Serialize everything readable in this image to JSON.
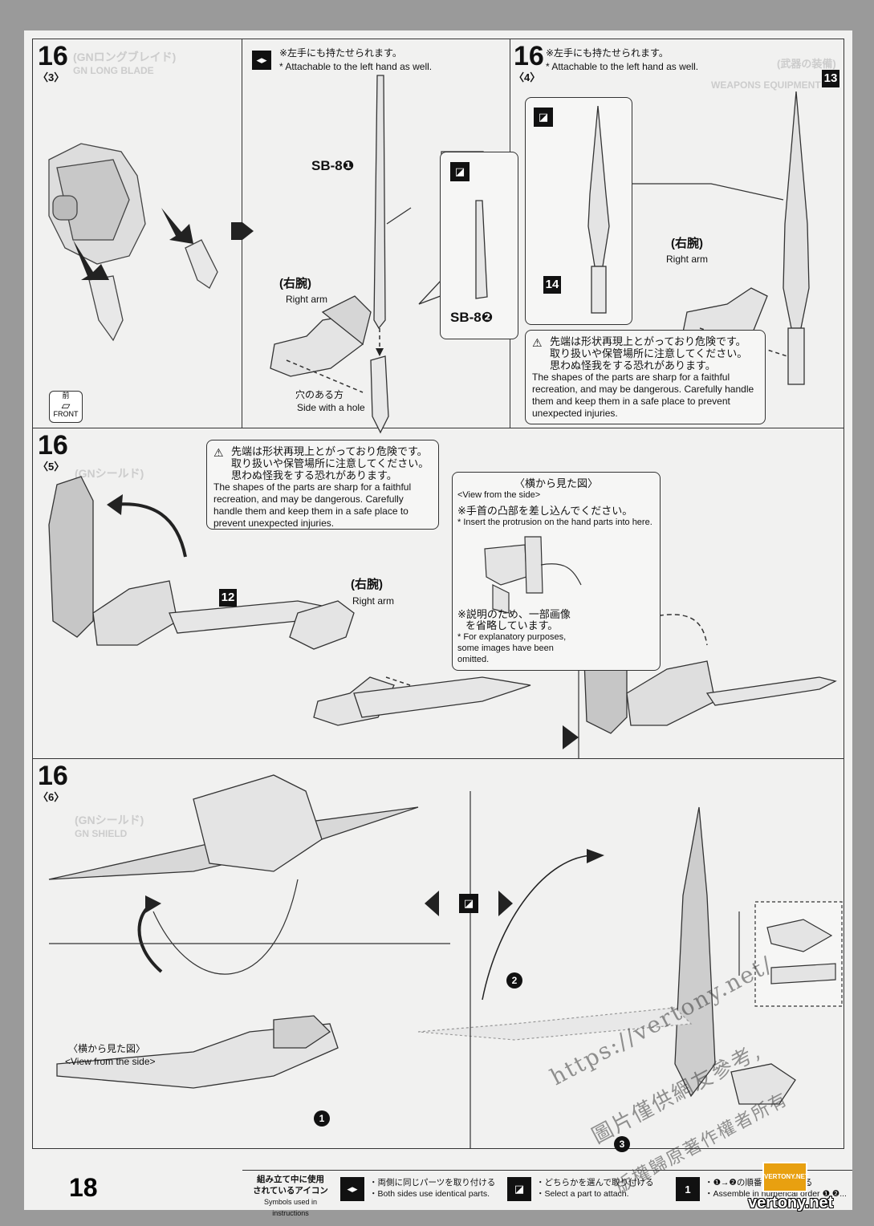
{
  "page_number": "18",
  "step": "16",
  "panels": {
    "p3": {
      "substep": "〈3〉",
      "ghost_title": "(GNロングブレイド)",
      "ghost_subtitle": "GN LONG BLADE",
      "note_jp": "※左手にも持たせられます。",
      "note_en": "* Attachable to the left hand as well.",
      "part_a": "SB-8❶",
      "part_b": "SB-8❷",
      "arm_jp": "(右腕)",
      "arm_en": "Right arm",
      "hole_jp": "穴のある方",
      "hole_en": "Side with a hole",
      "front_jp": "前",
      "front_en": "FRONT"
    },
    "p4": {
      "substep": "〈4〉",
      "ghost_title": "(武器の装備)",
      "ghost_subtitle": "WEAPONS EQUIPMENT",
      "note_jp": "※左手にも持たせられます。",
      "note_en": "* Attachable to the left hand as well.",
      "part_13": "13",
      "part_14": "14",
      "arm_jp": "(右腕)",
      "arm_en": "Right arm",
      "warn_jp1": "先端は形状再現上とがっており危険です。",
      "warn_jp2": "取り扱いや保管場所に注意してください。",
      "warn_jp3": "思わぬ怪我をする恐れがあります。",
      "warn_en": "The shapes of the parts are sharp for a faithful recreation, and may be dangerous. Carefully handle them and keep them in a safe place to prevent unexpected injuries."
    },
    "p5": {
      "substep": "〈5〉",
      "ghost_title": "(GNシールド)",
      "warn_jp1": "先端は形状再現上とがっており危険です。",
      "warn_jp2": "取り扱いや保管場所に注意してください。",
      "warn_jp3": "思わぬ怪我をする恐れがあります。",
      "warn_en": "The shapes of the parts are sharp for a faithful recreation, and may be dangerous. Carefully handle them and keep them in a safe place to prevent unexpected injuries.",
      "part_12": "12",
      "arm_jp": "(右腕)",
      "arm_en": "Right arm",
      "side_jp": "〈横から見た図〉",
      "side_en": "<View from the side>",
      "insert_jp": "※手首の凸部を差し込んでください。",
      "insert_en": "* Insert the protrusion on the hand parts into here.",
      "omit_jp1": "※説明のため、一部画像",
      "omit_jp2": "を省略しています。",
      "omit_en": "* For explanatory purposes, some images have been omitted."
    },
    "p6": {
      "substep": "〈6〉",
      "ghost_title": "(GNシールド)",
      "ghost_subtitle": "GN SHIELD",
      "side_jp": "〈横から見た図〉",
      "side_en": "<View from the side>",
      "seq1": "1",
      "seq2": "2",
      "seq3": "3"
    }
  },
  "footer": {
    "legend_title_jp1": "組み立て中に使用",
    "legend_title_jp2": "されているアイコン",
    "legend_title_en": "Symbols used in instructions",
    "icon1_jp": "・両側に同じパーツを取り付ける",
    "icon1_en": "・Both sides use identical parts.",
    "icon2_jp": "・どちらかを選んで取り付ける",
    "icon2_en": "・Select a part to attach.",
    "icon3_jp": "・❶→❷の順番に組み立てる",
    "icon3_en": "・Assemble in numerical order ❶,❷..."
  },
  "watermark": {
    "line1": "https://vertony.net/",
    "line2": "圖片僅供網友參考,",
    "line3": "版權歸原著作權者所有",
    "logo": "VERTONY.NET",
    "site": "vertony.net"
  }
}
